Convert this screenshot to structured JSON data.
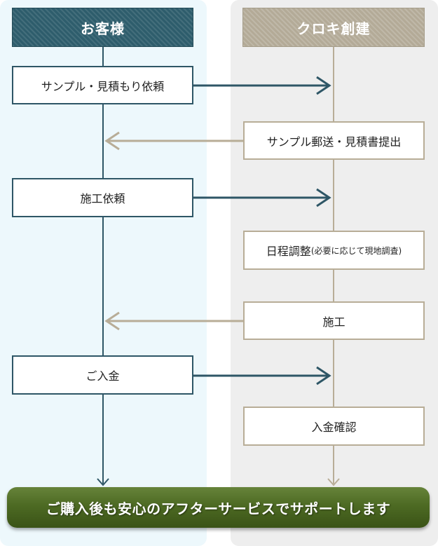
{
  "header": {
    "customer": "お客様",
    "company": "クロキ創建"
  },
  "steps": {
    "sample_request": "サンプル・見積もり依頼",
    "sample_ship": "サンプル郵送・見積書提出",
    "work_request": "施工依頼",
    "schedule_main": "日程調整",
    "schedule_note": "(必要に応じて現地調査)",
    "work": "施工",
    "payment": "ご入金",
    "payment_confirm": "入金確認"
  },
  "footer": {
    "banner": "ご購入後も安心のアフターサービスでサポートします"
  },
  "colors": {
    "customer_line": "#2e5666",
    "company_line": "#b8ad97",
    "banner_green": "#4d6a23"
  }
}
